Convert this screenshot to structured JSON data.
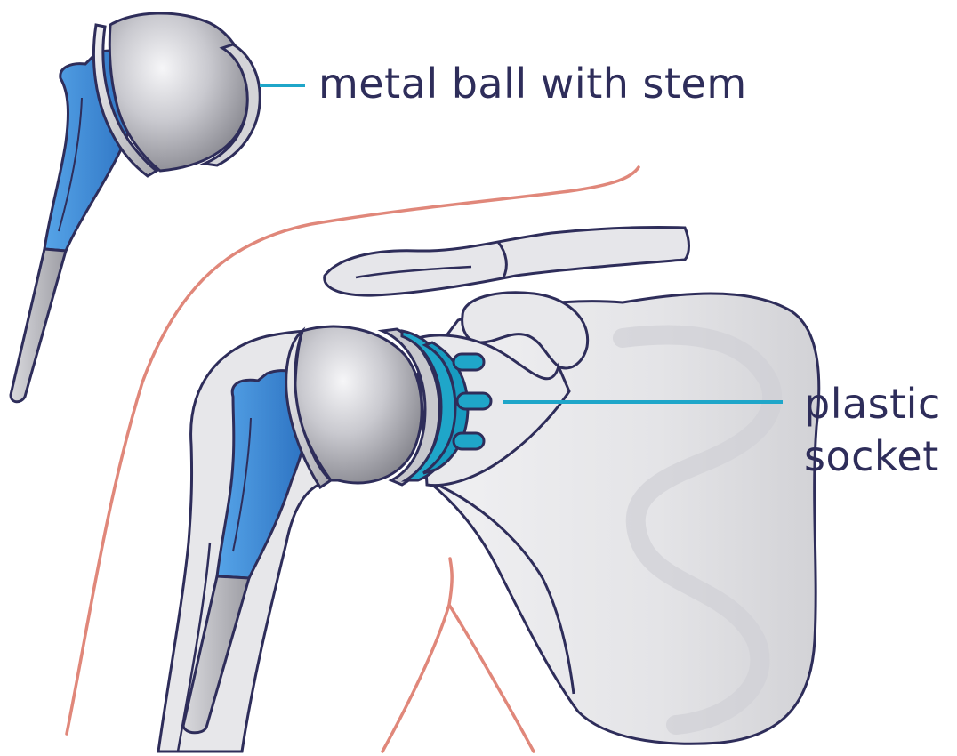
{
  "labels": {
    "metal_ball": "metal ball with stem",
    "plastic_socket_line1": "plastic",
    "plastic_socket_line2": "socket"
  },
  "colors": {
    "outline": "#2e2d5a",
    "skin_line": "#e0877a",
    "bone_fill": "#eaebee",
    "bone_shadow": "#d3d4d8",
    "metal_light": "#f4f4f6",
    "metal_dark": "#8b8b92",
    "stem_blue": "#2f7fd0",
    "stem_blue_light": "#56a4e8",
    "socket_teal": "#1fa6c9",
    "leader_line": "#1fa6c9"
  },
  "icons": {
    "implant_standalone": "shoulder-implant-icon",
    "shoulder_joint": "shoulder-joint-icon"
  }
}
